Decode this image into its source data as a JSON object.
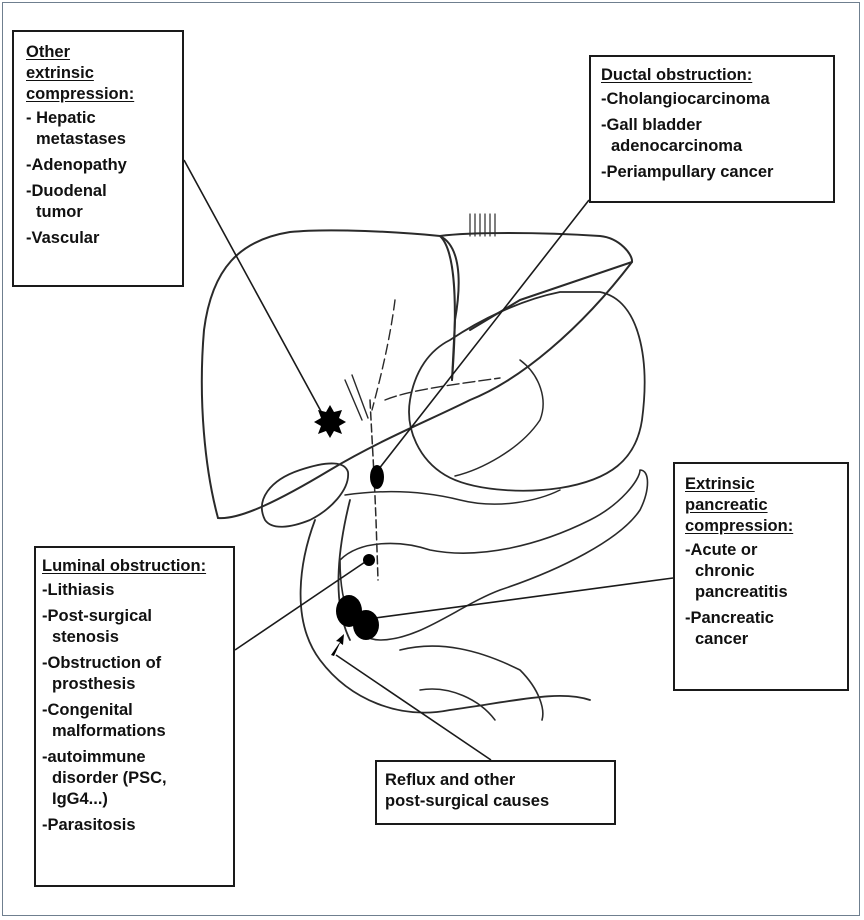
{
  "figure": {
    "description": "Anatomical illustration of liver, stomach, duodenum and pancreas with labeled causes of biliary obstruction",
    "border_color": "#6f7f8f",
    "line_color": "#1a1a1a"
  },
  "boxes": {
    "other_extrinsic": {
      "title_lines": [
        "Other",
        "extrinsic",
        "compression:"
      ],
      "items": [
        {
          "lines": [
            "- Hepatic",
            "metastases"
          ]
        },
        {
          "lines": [
            "-Adenopathy"
          ]
        },
        {
          "lines": [
            "-Duodenal",
            "tumor"
          ]
        },
        {
          "lines": [
            "-Vascular"
          ]
        }
      ],
      "marker": "star"
    },
    "ductal": {
      "title_lines": [
        "Ductal obstruction:"
      ],
      "items": [
        {
          "lines": [
            "-Cholangiocarcinoma"
          ]
        },
        {
          "lines": [
            "-Gall bladder",
            "adenocarcinoma"
          ]
        },
        {
          "lines": [
            "-Periampullary cancer"
          ]
        }
      ],
      "marker": "oval-in-common-bile-duct"
    },
    "luminal": {
      "title_lines": [
        "Luminal obstruction:"
      ],
      "items": [
        {
          "lines": [
            "-Lithiasis"
          ]
        },
        {
          "lines": [
            "-Post-surgical",
            "stenosis"
          ]
        },
        {
          "lines": [
            "-Obstruction of",
            "prosthesis"
          ]
        },
        {
          "lines": [
            "-Congenital",
            "malformations"
          ]
        },
        {
          "lines": [
            "-autoimmune",
            "disorder (PSC,",
            "IgG4...)"
          ]
        },
        {
          "lines": [
            "-Parasitosis"
          ]
        }
      ],
      "marker": "small-dot-in-distal-duct"
    },
    "pancreatic": {
      "title_lines": [
        "Extrinsic",
        "pancreatic",
        "compression:"
      ],
      "items": [
        {
          "lines": [
            "-Acute or",
            "chronic",
            "pancreatitis"
          ]
        },
        {
          "lines": [
            "-Pancreatic",
            "cancer"
          ]
        }
      ],
      "marker": "pancreatic-head-mass"
    },
    "reflux": {
      "title_lines": [],
      "items": [
        {
          "lines": [
            "Reflux and other",
            "post-surgical causes"
          ]
        }
      ],
      "marker": "arrow-at-papilla"
    }
  }
}
